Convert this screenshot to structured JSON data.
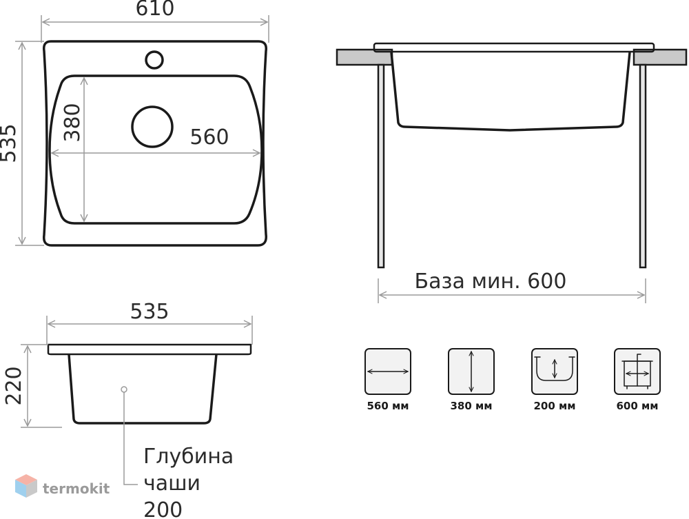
{
  "top_view": {
    "width_label": "610",
    "height_label": "535",
    "bowl_width_label": "560",
    "bowl_height_label": "380"
  },
  "front_view": {
    "base_label": "База мин. 600"
  },
  "side_view": {
    "width_label": "535",
    "height_label": "220",
    "depth_lines": [
      "Глубина",
      "чаши",
      "200"
    ]
  },
  "icons": [
    {
      "name": "bowl-width",
      "label": "560 мм"
    },
    {
      "name": "bowl-length",
      "label": "380 мм"
    },
    {
      "name": "bowl-depth",
      "label": "200 мм"
    },
    {
      "name": "cabinet-base",
      "label": "600 мм"
    }
  ],
  "brand": {
    "name": "termokit",
    "colors": {
      "top": "#f6b3a7",
      "left": "#9fd0ee",
      "right": "#c9c9c9"
    }
  }
}
